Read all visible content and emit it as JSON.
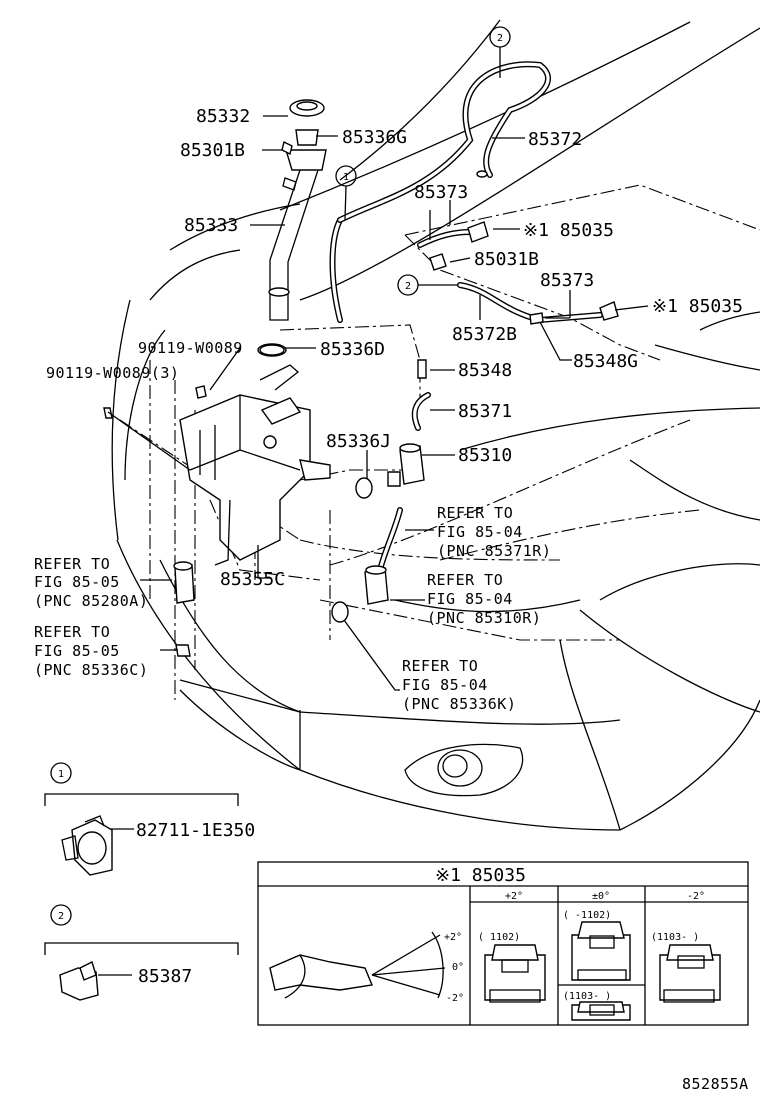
{
  "callouts": {
    "c1": "1",
    "c2": "2"
  },
  "labels": {
    "p85332": "85332",
    "p85336G": "85336G",
    "p85301B": "85301B",
    "p85372": "85372",
    "p85333": "85333",
    "p85373a": "85373",
    "p85035a": "※1 85035",
    "p85031B": "85031B",
    "p85373b": "85373",
    "p85035b": "※1 85035",
    "p85372B": "85372B",
    "p85348G": "85348G",
    "p90119a": "90119-W0089",
    "p85336D": "85336D",
    "p90119b": "90119-W0089(3)",
    "p85348": "85348",
    "p85371": "85371",
    "p85336J": "85336J",
    "p85310": "85310",
    "p85355C": "85355C",
    "p82711": "82711-1E350",
    "p85387": "85387"
  },
  "refers": [
    {
      "line1": "REFER TO",
      "line2": "FIG 85-04",
      "line3": "(PNC 85371R)"
    },
    {
      "line1": "REFER TO",
      "line2": "FIG 85-04",
      "line3": "(PNC 85310R)"
    },
    {
      "line1": "REFER TO",
      "line2": "FIG 85-04",
      "line3": "(PNC 85336K)"
    },
    {
      "line1": "REFER TO",
      "line2": "FIG 85-05",
      "line3": "(PNC 85280A)"
    },
    {
      "line1": "REFER TO",
      "line2": "FIG 85-05",
      "line3": "(PNC 85336C)"
    }
  ],
  "inset": {
    "title": "※1 85035",
    "col_plus2": "+2°",
    "col_zero": "±0°",
    "col_minus2": "-2°",
    "date_a": "(      1102)",
    "date_b": "(    -1102)",
    "date_c": "(1103-      )",
    "date_d": "(1103-      )",
    "angle_plus": "+2°",
    "angle_zero": "0°",
    "angle_minus": "-2°"
  },
  "figure_code": "852855A"
}
